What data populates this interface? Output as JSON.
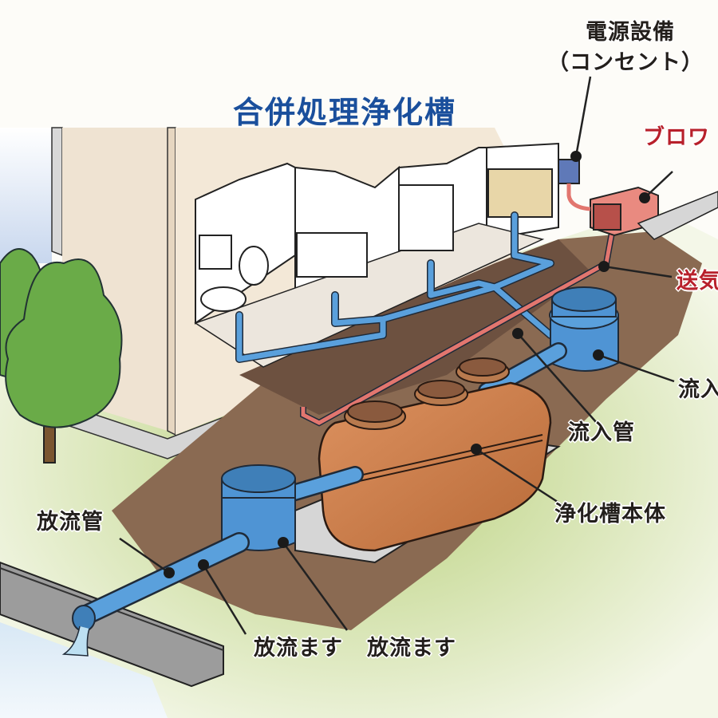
{
  "title": "合併処理浄化槽",
  "labels": {
    "power_supply": "電源設備",
    "power_supply_sub": "（コンセント）",
    "blower": "ブロワ",
    "air_pipe": "送気",
    "inflow_box": "流入",
    "inflow_pipe": "流入管",
    "tank_body": "浄化槽本体",
    "discharge_pipe": "放流管",
    "discharge_box_1": "放流ます",
    "discharge_box_2": "放流ます"
  },
  "colors": {
    "title": "#1a4f9c",
    "highlight_label": "#b8202b",
    "water_pipe": "#4f94d4",
    "air_pipe": "#e2766f",
    "tank": "#c97a45",
    "soil": "#7a5a44",
    "grass": "#c9dc97"
  }
}
